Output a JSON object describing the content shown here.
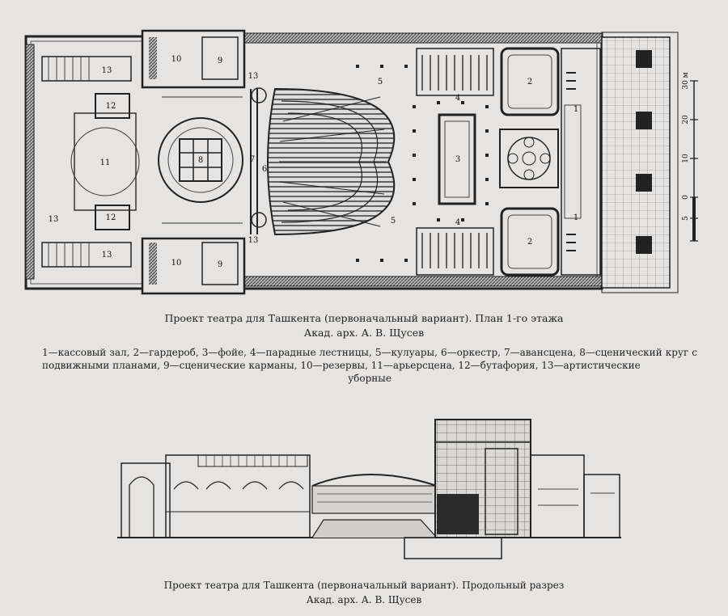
{
  "plan": {
    "caption_title": "Проект театра для Ташкента (первоначальный вариант). План 1-го этажа",
    "caption_author": "Акад. арх. А. В. Щусев",
    "legend_text": "1—кассовый зал, 2—гардероб, 3—фойе, 4—парадные лестницы, 5—кулуары, 6—оркестр, 7—авансцена, 8—сценический круг с подвижными планами, 9—сценические карманы, 10—резервы, 11—арьерсцена, 12—бутафория, 13—артистические",
    "legend_tail": "уборные",
    "room_numbers": {
      "n1a": "1",
      "n1b": "1",
      "n2a": "2",
      "n2b": "2",
      "n3": "3",
      "n4a": "4",
      "n4b": "4",
      "n5a": "5",
      "n5b": "5",
      "n6": "6",
      "n7": "7",
      "n8": "8",
      "n9a": "9",
      "n9b": "9",
      "n10a": "10",
      "n10b": "10",
      "n11": "11",
      "n12a": "12",
      "n12b": "12",
      "n13a": "13",
      "n13b": "13",
      "n13c": "13",
      "n13d": "13",
      "n13e": "13"
    },
    "scale": {
      "unit": "30 м",
      "t20": "20",
      "t10": "10",
      "t0": "0",
      "t5": "5"
    }
  },
  "section": {
    "caption_title": "Проект театра для Ташкента (первоначальный вариант). Продольный разрез",
    "caption_author": "Акад. арх. А. В. Щусев"
  }
}
